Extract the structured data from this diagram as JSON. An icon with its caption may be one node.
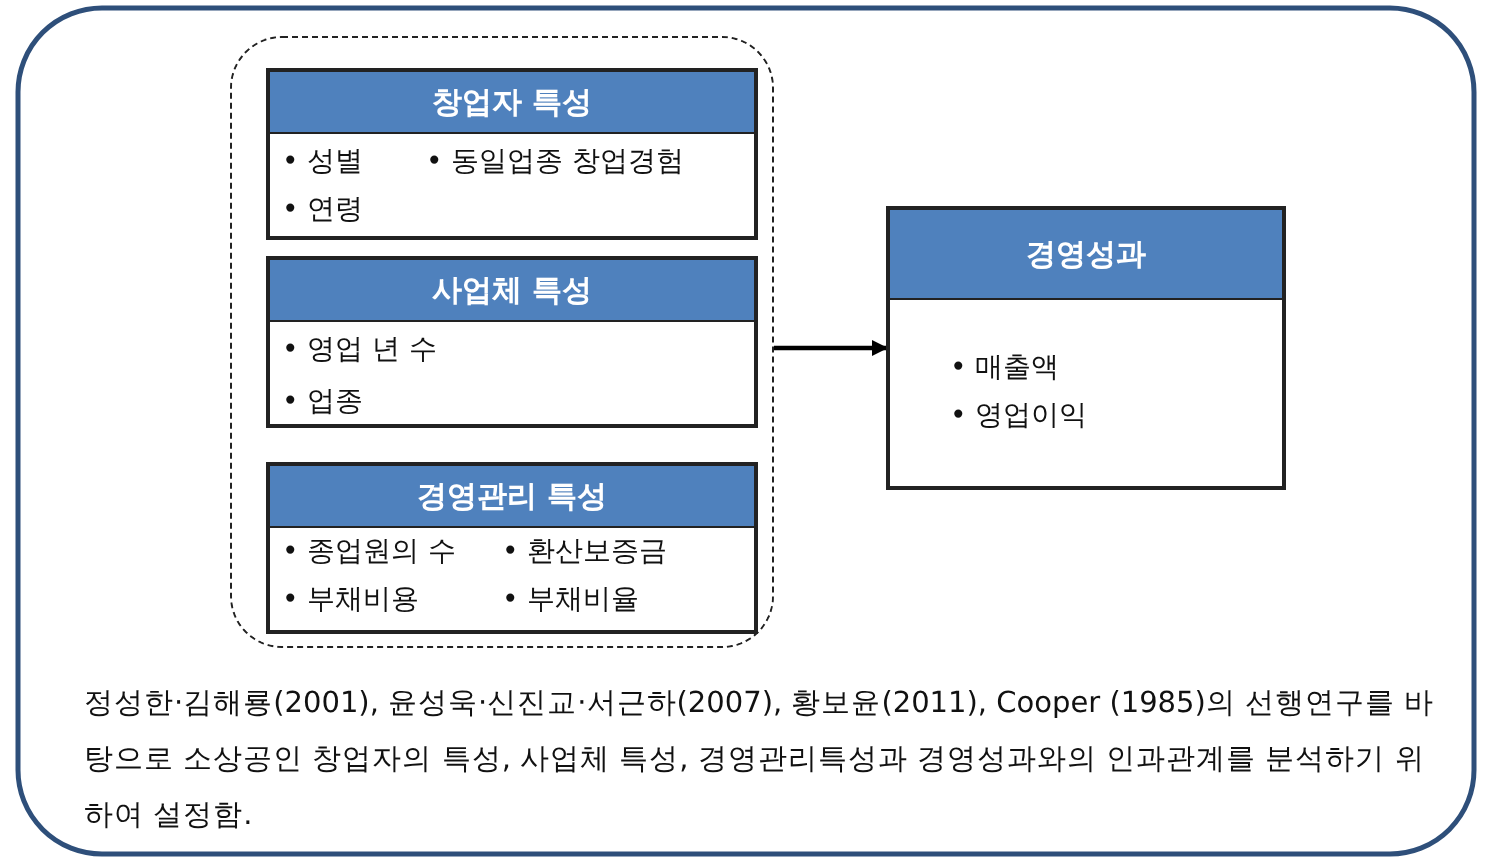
{
  "diagram": {
    "nodes": [
      {
        "text": [],
        "shape": "box"
      },
      {
        "text": [
          "창업자 특성",
          "• 성별",
          "• 동일업종 창업경험",
          "• 연령"
        ],
        "in": 0
      },
      {
        "text": [
          "사업체 특성",
          "• 영업 년 수",
          "• 업종"
        ],
        "in": 0
      },
      {
        "text": [
          "경영관리 특성",
          "• 종업원의 수",
          "• 환산보증금",
          "• 부채비용",
          "• 부채비율"
        ],
        "in": 0
      },
      {
        "text": [
          "경영성과",
          "• 매출액",
          "• 영업이익"
        ]
      }
    ],
    "edges": [
      {
        "from": 0,
        "to": 4,
        "arrow": "to"
      }
    ],
    "caption": "정성한·김해룡(2001), 윤성욱·신진교·서근하(2007), 황보윤(2011), Cooper (1985)의 선행연구를 바탕으로 소상공인 창업자의 특성, 사업체 특성, 경영관리특성과 경영성과와의 인과관계를 분석하기 위하여 설정함."
  }
}
